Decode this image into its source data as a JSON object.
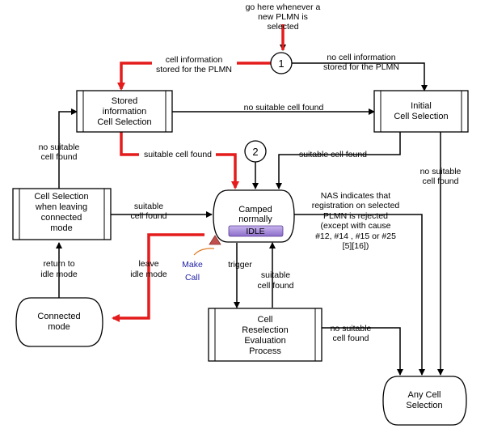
{
  "top_note": [
    "go here whenever a",
    "new PLMN is",
    "selected"
  ],
  "nodes": {
    "circle1": "1",
    "circle2": "2",
    "stored_info": [
      "Stored",
      "information",
      "Cell Selection"
    ],
    "initial_selection": [
      "Initial",
      "Cell Selection"
    ],
    "leaving_connected": [
      "Cell Selection",
      "when leaving",
      "connected",
      "mode"
    ],
    "camped": [
      "Camped",
      "normally"
    ],
    "idle_badge": "IDLE",
    "connected_mode": [
      "Connected",
      "mode"
    ],
    "reselection": [
      "Cell",
      "Reselection",
      "Evaluation",
      "Process"
    ],
    "any_cell": [
      "Any Cell",
      "Selection"
    ]
  },
  "edges": {
    "cell_info_stored": [
      "cell information",
      "stored for the PLMN"
    ],
    "no_cell_info_stored": [
      "no cell information",
      "stored for the PLMN"
    ],
    "no_suitable_top": "no suitable cell found",
    "suitable_from_stored": "suitable cell found",
    "suitable_from_initial": "suitable cell found",
    "no_suitable_left": [
      "no suitable",
      "cell found"
    ],
    "no_suitable_right": [
      "no suitable",
      "cell found"
    ],
    "suitable_from_leaving": [
      "suitable",
      "cell found"
    ],
    "nas_rejected": [
      "NAS indicates that",
      "registration on selected",
      "PLMN is rejected",
      "(except with cause",
      "#12, #14 , #15  or #25",
      "[5][16])"
    ],
    "return_idle": [
      "return to",
      "idle mode"
    ],
    "leave_idle": [
      "leave",
      "idle mode"
    ],
    "make_call": [
      "Make",
      "Call"
    ],
    "trigger": "trigger",
    "suitable_from_reselection": [
      "suitable",
      "cell found"
    ],
    "no_suitable_bottom": [
      "no suitable",
      "cell found"
    ]
  },
  "colors": {
    "highlight_red": "#e41c1c",
    "idle_fill": "#a78bd8",
    "warning_triangle": "#c0504d",
    "make_call_text": "#1f1fa6"
  }
}
